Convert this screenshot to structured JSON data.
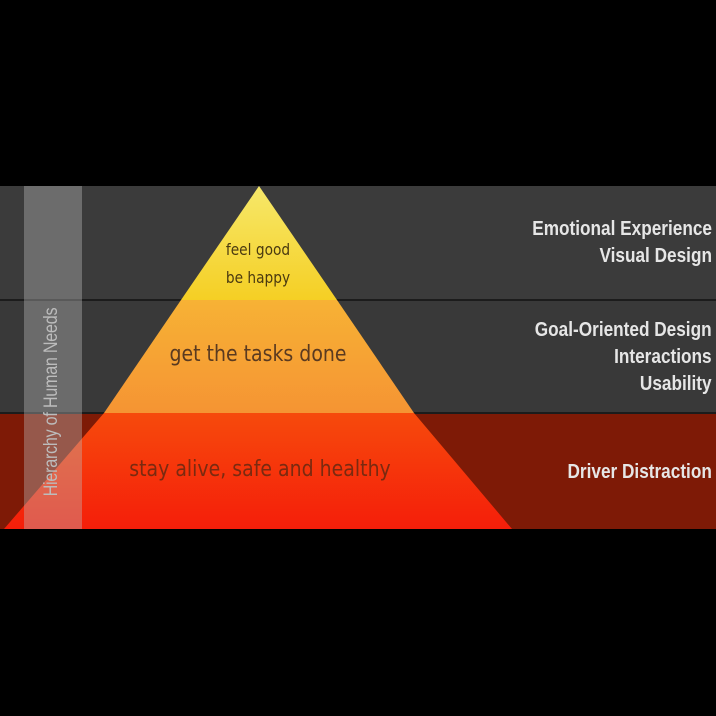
{
  "pyramid": {
    "tiers": [
      {
        "lines": [
          "feel good",
          "be happy"
        ],
        "color": "#f5d226"
      },
      {
        "lines": [
          "get the tasks done"
        ],
        "color": "#f6a535"
      },
      {
        "lines": [
          "stay alive, safe and healthy"
        ],
        "color": "#f52f0a"
      }
    ]
  },
  "side_label": "Hierarchy of Human Needs",
  "right_labels": {
    "top": [
      "Emotional Experience",
      "Visual Design"
    ],
    "middle": [
      "Goal-Oriented Design",
      "Interactions",
      "Usability"
    ],
    "bottom": [
      "Driver Distraction"
    ]
  },
  "colors": {
    "band_top": "#3b3b3b",
    "band_middle": "#393939",
    "band_bottom": "#7e1a06",
    "background": "#000000"
  }
}
